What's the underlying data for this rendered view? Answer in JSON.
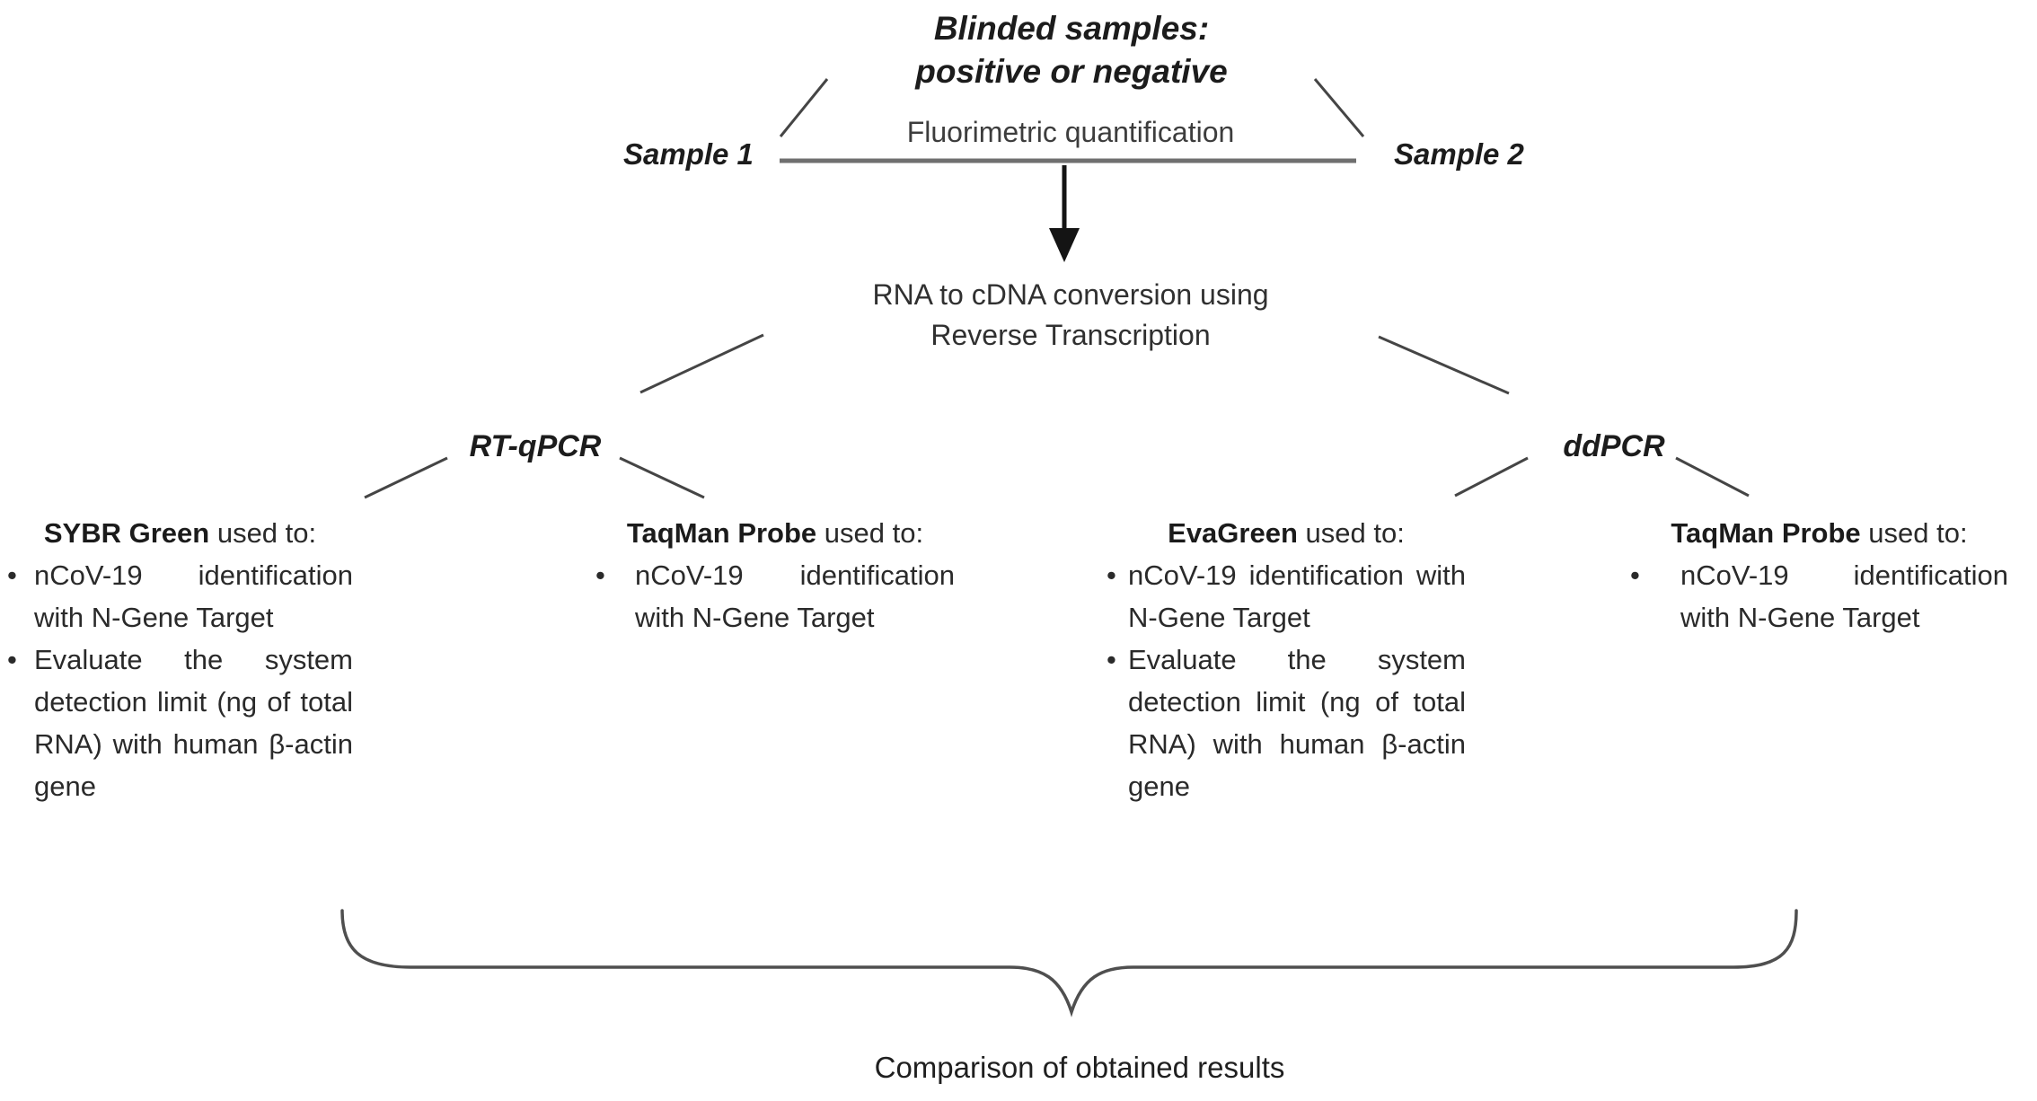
{
  "figure": {
    "top": {
      "title_line1": "Blinded samples:",
      "title_line2": "positive or negative",
      "sample_left": "Sample 1",
      "sample_right": "Sample 2",
      "quantification_label": "Fluorimetric quantification"
    },
    "conversion": {
      "line1": "RNA to cDNA conversion using",
      "line2": "Reverse Transcription"
    },
    "methods": {
      "left": "RT-qPCR",
      "right": "ddPCR"
    },
    "bullet_glyph": "•",
    "columns": [
      {
        "heading_bold": "SYBR Green",
        "heading_rest": "used to:",
        "bullets": [
          "nCoV-19 identification with N-Gene Target",
          "Evaluate the system detection limit (ng of total RNA) with human β-actin gene"
        ]
      },
      {
        "heading_bold": "TaqMan Probe",
        "heading_rest": "used to:",
        "bullets": [
          "nCoV-19 identification with N-Gene Target"
        ]
      },
      {
        "heading_bold": "EvaGreen",
        "heading_rest": "used to:",
        "bullets": [
          "nCoV-19 identification with N-Gene Target",
          "Evaluate the system detection limit (ng of total RNA) with human β-actin gene"
        ]
      },
      {
        "heading_bold": "TaqMan Probe",
        "heading_rest": "used to:",
        "bullets": [
          "nCoV-19 identification with N-Gene Target"
        ]
      }
    ],
    "caption": "Comparison of obtained results",
    "colors": {
      "text": "#262626",
      "soft_text": "#3d3d3d",
      "connector": "#454545",
      "divider_line": "#6f6f6f",
      "arrow": "#141414",
      "brace": "#4f4f4f",
      "background": "#ffffff"
    }
  }
}
